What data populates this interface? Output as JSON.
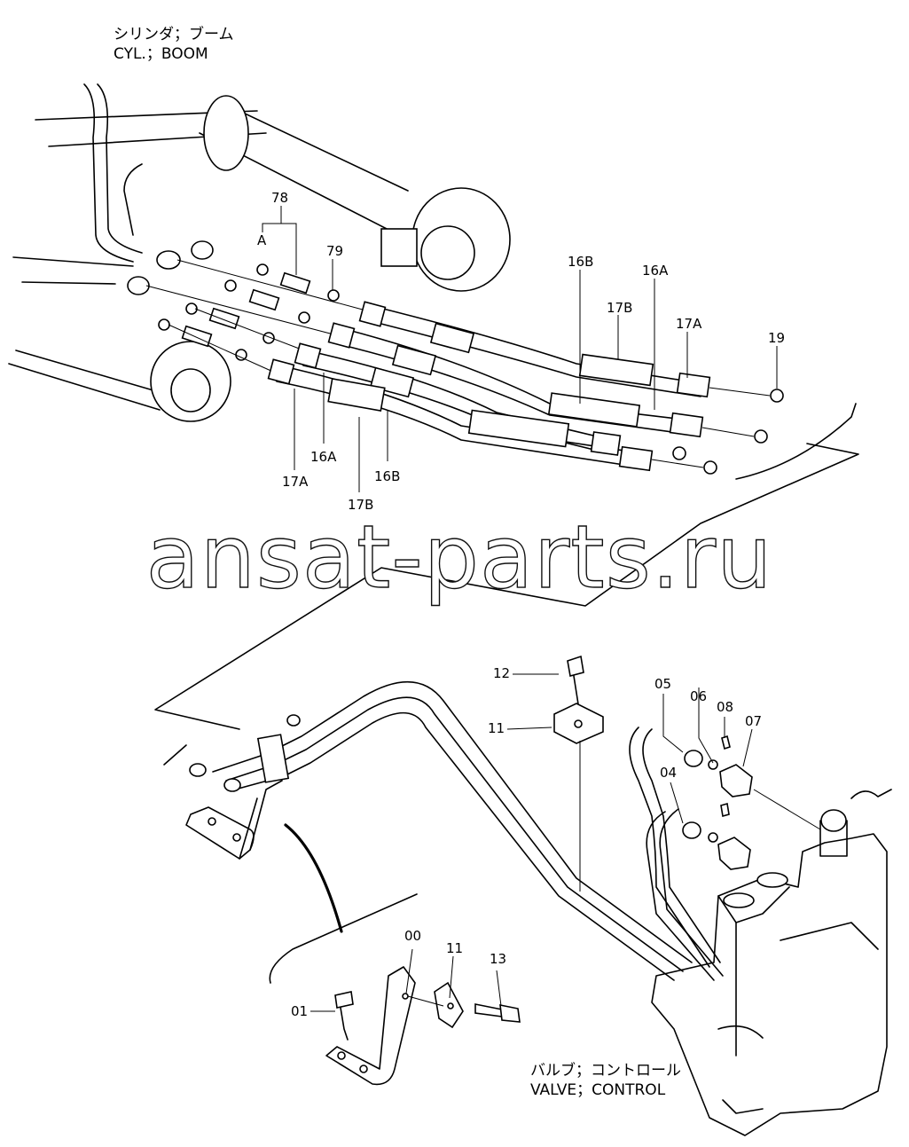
{
  "titles": {
    "cylinder_jp": "シリンダ；ブーム",
    "cylinder_en": "CYL.；BOOM",
    "valve_jp": "バルブ；コントロール",
    "valve_en": "VALVE；CONTROL"
  },
  "watermark": "ansat-parts.ru",
  "callouts": {
    "p78": "78",
    "pA": "A",
    "p79": "79",
    "p16B_top": "16B",
    "p16A_top": "16A",
    "p17B_top": "17B",
    "p17A_top": "17A",
    "p19": "19",
    "p17A_bottom": "17A",
    "p16A_bottom": "16A",
    "p16B_bottom": "16B",
    "p17B_bottom": "17B",
    "p12": "12",
    "p11_top": "11",
    "p05": "05",
    "p06": "06",
    "p08": "08",
    "p07": "07",
    "p04": "04",
    "p00": "00",
    "p11_bottom": "11",
    "p13": "13",
    "p01": "01"
  }
}
